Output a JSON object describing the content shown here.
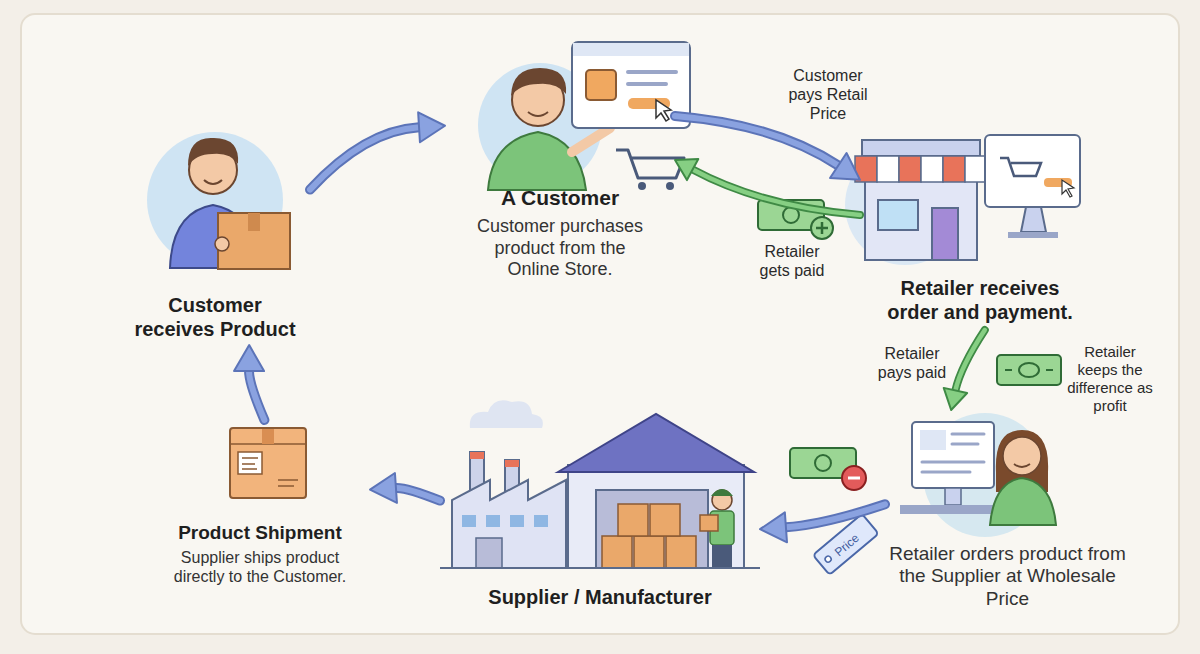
{
  "diagram": {
    "nodes": [
      {
        "text": [
          "Customer receives Product"
        ]
      },
      {
        "text": [
          "A Customer",
          "Customer purchases product from the Online Store."
        ]
      },
      {
        "text": [
          "Retailer receives order and payment."
        ]
      },
      {
        "text": [
          "Retailer orders product from the Supplier at Wholesale Price"
        ]
      },
      {
        "text": [
          "Supplier / Manufacturer"
        ]
      },
      {
        "text": [
          "Product Shipment",
          "Supplier ships product directly to the Customer."
        ]
      }
    ],
    "edges": [
      {
        "from": 0,
        "to": 1,
        "arrow": "to"
      },
      {
        "from": 1,
        "to": 2,
        "label": "Customer pays Retail Price",
        "arrow": "to"
      },
      {
        "from": 2,
        "to": 1,
        "label": "Retailer gets paid",
        "arrow": "to"
      },
      {
        "from": 2,
        "to": 3,
        "label": "Retailer pays paid",
        "arrow": "to"
      },
      {
        "from": 3,
        "to": 4,
        "arrow": "to"
      },
      {
        "from": 4,
        "to": 5,
        "arrow": "to"
      },
      {
        "from": 5,
        "to": 0,
        "arrow": "to"
      }
    ],
    "labels": [
      "Retailer keeps the difference as profit",
      "Price"
    ]
  }
}
